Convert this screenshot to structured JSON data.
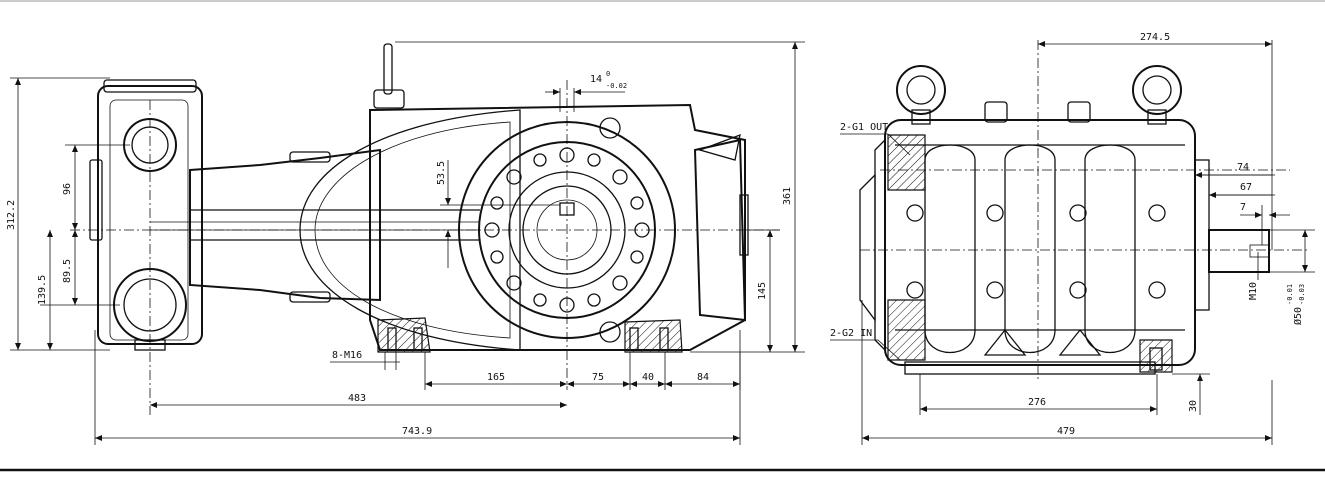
{
  "left_view": {
    "dims": {
      "d743": "743.9",
      "d483": "483",
      "d165": "165",
      "d75": "75",
      "d40": "40",
      "d84": "84",
      "d361": "361",
      "d145": "145",
      "d312": "312.2",
      "d96": "96",
      "d89": "89.5",
      "d139": "139.5",
      "d53": "53.5",
      "d14": "14",
      "tol_up": "0",
      "tol_lo": "-0.02"
    },
    "labels": {
      "bolts": "8-M16"
    }
  },
  "right_view": {
    "dims": {
      "d274": "274.5",
      "d74": "74",
      "d67": "67",
      "d7": "7",
      "d276": "276",
      "d479": "479",
      "d30": "30",
      "shaft": "Ø50",
      "shaft_tol_up": "-0.01",
      "shaft_tol_lo": "-0.03"
    },
    "labels": {
      "out": "2-G1 OUT",
      "in": "2-G2 IN",
      "thread": "M10"
    }
  }
}
